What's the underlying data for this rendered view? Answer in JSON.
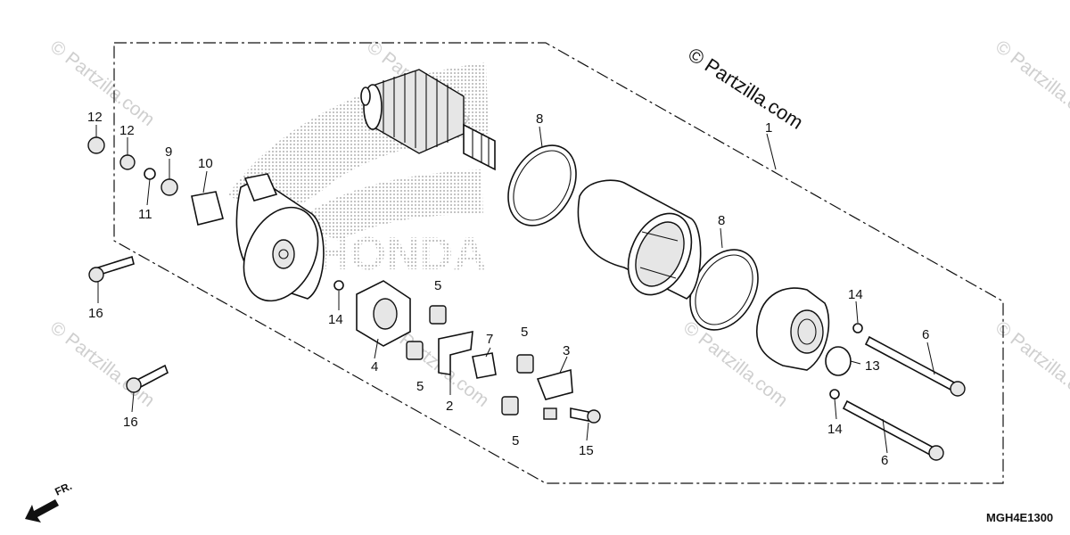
{
  "copyright": "© Partzilla.com",
  "watermark": "© Partzilla.com",
  "brand": "HONDA",
  "diagram_code": "MGH4E1300",
  "direction": "FR.",
  "callouts": [
    "1",
    "2",
    "3",
    "4",
    "5",
    "6",
    "7",
    "8",
    "9",
    "10",
    "11",
    "12",
    "13",
    "14",
    "15",
    "16"
  ]
}
